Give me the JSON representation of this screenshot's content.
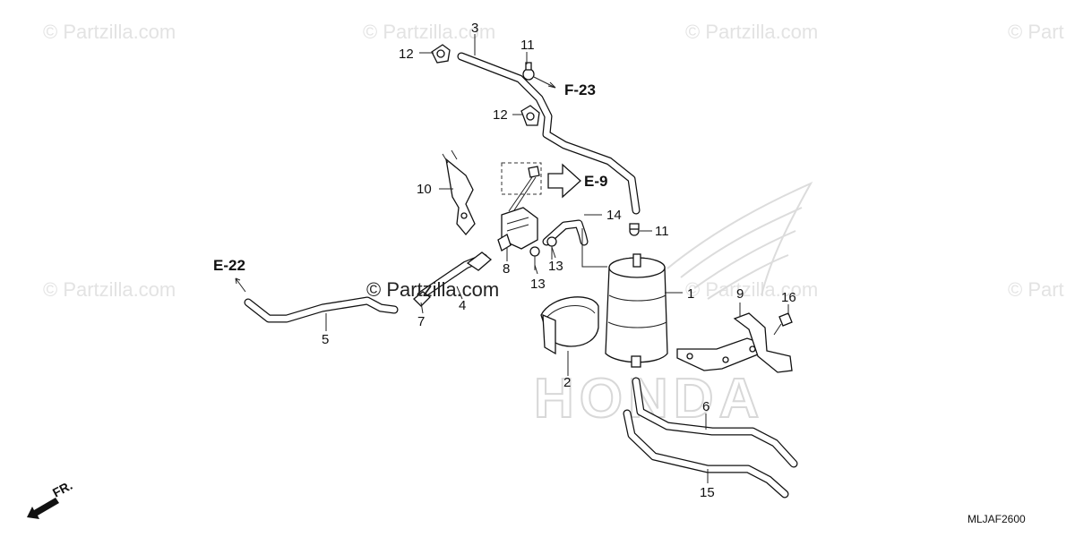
{
  "watermarks": {
    "brand": "© Partzilla.com",
    "partial": "© Part",
    "center": "© Partzilla.com",
    "background_logo": "HONDA"
  },
  "callouts": {
    "c1": "1",
    "c2": "2",
    "c3": "3",
    "c4": "4",
    "c5": "5",
    "c6": "6",
    "c7": "7",
    "c8": "8",
    "c9": "9",
    "c10": "10",
    "c11a": "11",
    "c11b": "11",
    "c12a": "12",
    "c12b": "12",
    "c13a": "13",
    "c13b": "13",
    "c14": "14",
    "c15": "15",
    "c16": "16"
  },
  "references": {
    "f23": "F-23",
    "e9": "E-9",
    "e22": "E-22"
  },
  "front_label": "FR.",
  "diagram_code": "MLJAF2600",
  "colors": {
    "line": "#111111",
    "watermark": "#e3e3e3",
    "background_logo": "#d8d8d8"
  }
}
